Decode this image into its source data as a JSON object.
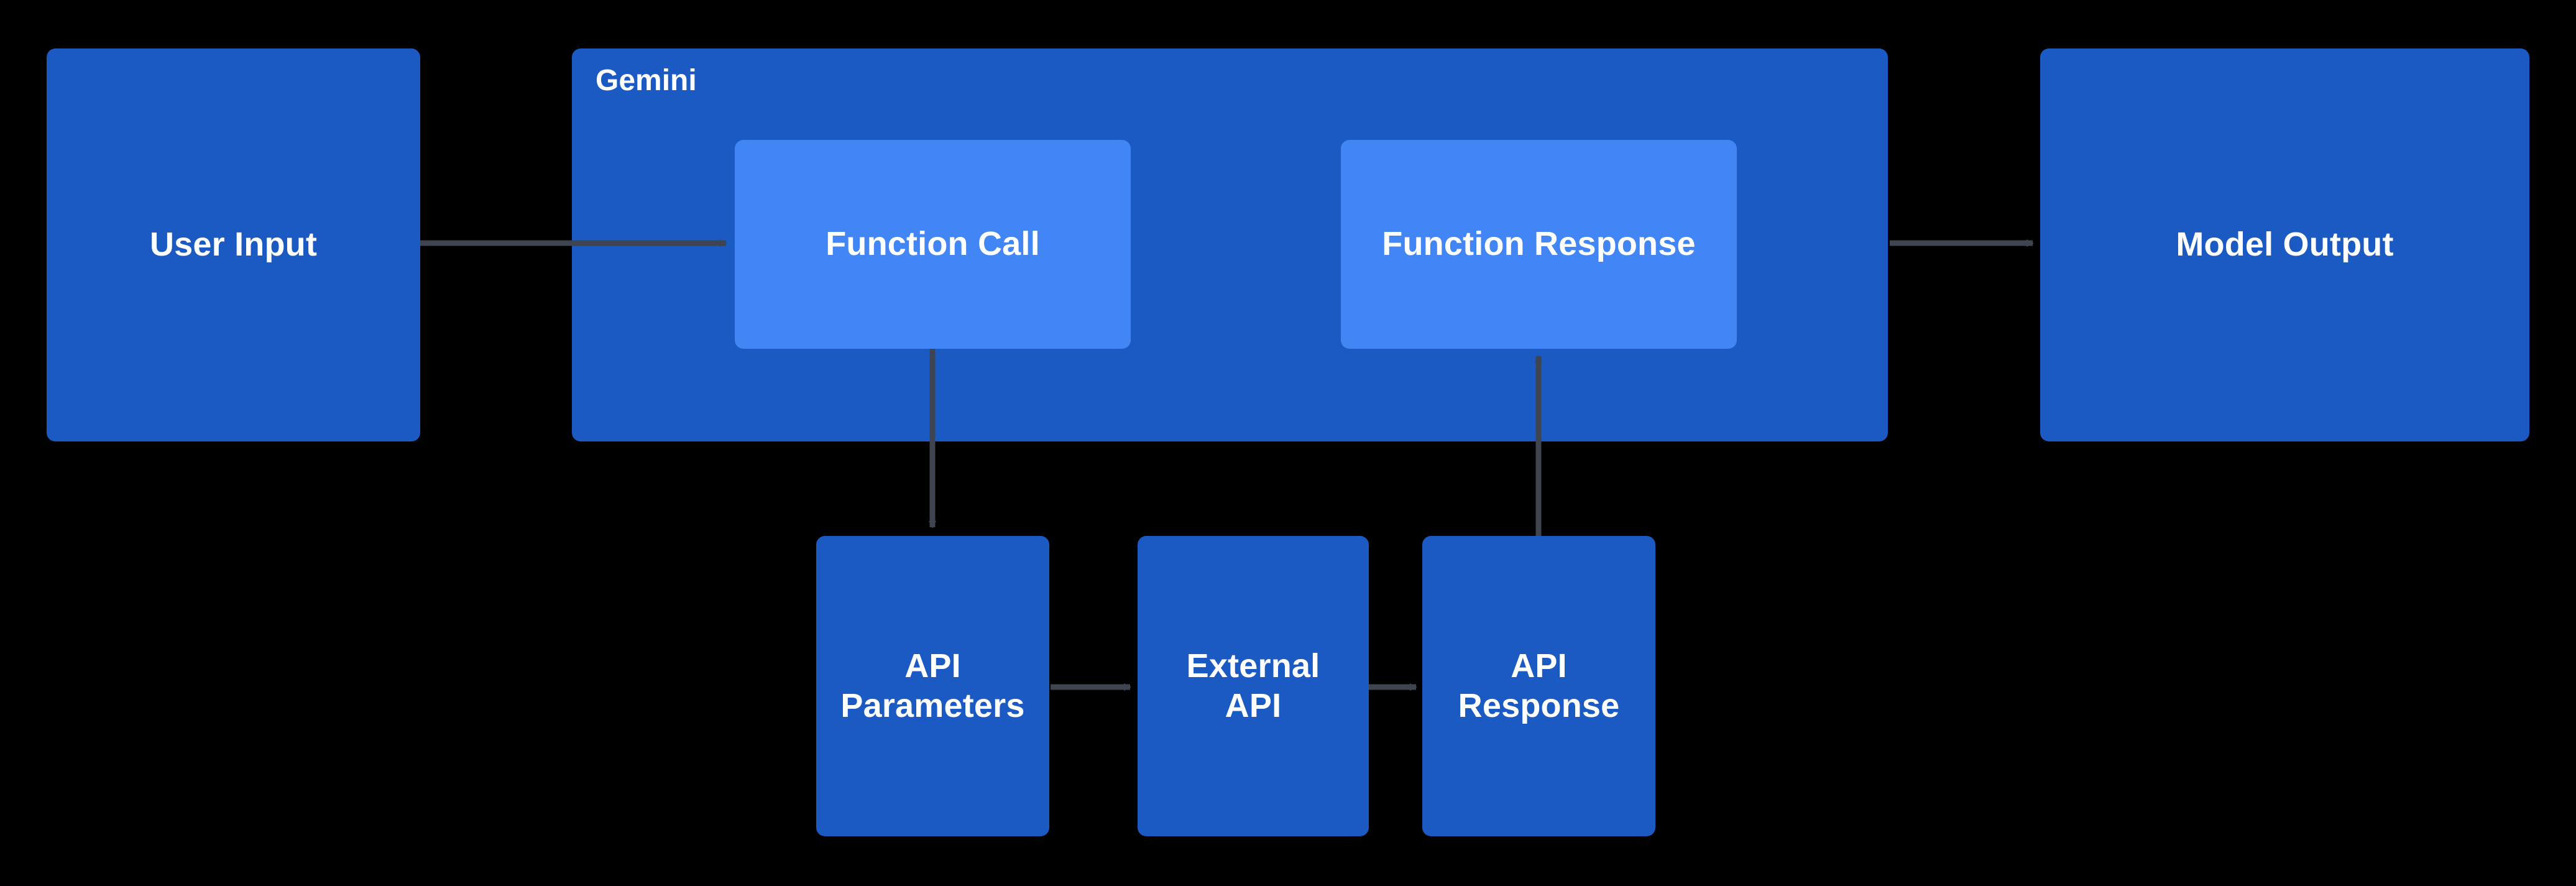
{
  "diagram": {
    "background_color": "#000000",
    "edge_color": "#3f4550",
    "cluster": {
      "label": "Gemini",
      "fill": "#1a5ac2"
    },
    "nodes": {
      "user_input": {
        "label": "User Input",
        "fill": "#1a5ac2"
      },
      "function_call": {
        "label": "Function Call",
        "fill": "#4285f4"
      },
      "function_response": {
        "label": "Function Response",
        "fill": "#4285f4"
      },
      "model_output": {
        "label": "Model Output",
        "fill": "#1a5ac2"
      },
      "api_parameters": {
        "label": "API\nParameters",
        "fill": "#1a5ac2"
      },
      "external_api": {
        "label": "External\nAPI",
        "fill": "#1a5ac2"
      },
      "api_response": {
        "label": "API\nResponse",
        "fill": "#1a5ac2"
      }
    },
    "edges": [
      {
        "from": "user_input",
        "to": "function_call",
        "direction": "right"
      },
      {
        "from": "function_response",
        "to": "model_output",
        "direction": "right"
      },
      {
        "from": "function_call",
        "to": "api_parameters",
        "direction": "down"
      },
      {
        "from": "api_parameters",
        "to": "external_api",
        "direction": "right"
      },
      {
        "from": "external_api",
        "to": "api_response",
        "direction": "right"
      },
      {
        "from": "api_response",
        "to": "function_response",
        "direction": "up"
      }
    ]
  }
}
